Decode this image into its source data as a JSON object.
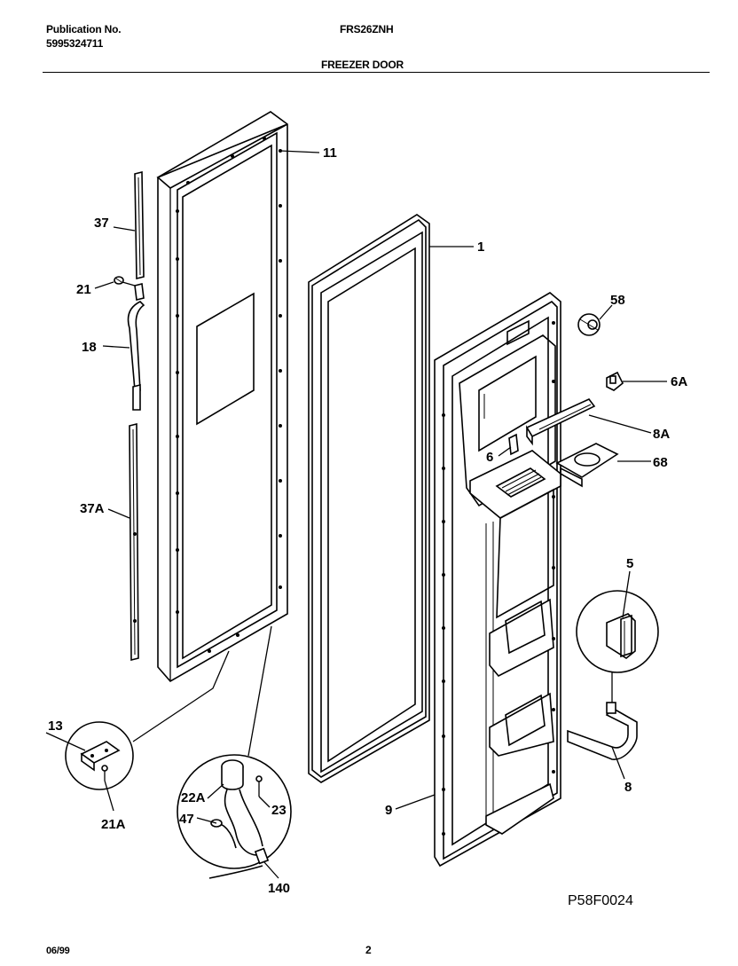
{
  "header": {
    "publication_label": "Publication No.",
    "publication_number": "5995324711",
    "model": "FRS26ZNH",
    "section_title": "FREEZER DOOR"
  },
  "footer": {
    "date": "06/99",
    "page": "2"
  },
  "figure_code": "P58F0024",
  "callouts": {
    "c11": "11",
    "c37": "37",
    "c21": "21",
    "c18": "18",
    "c37A": "37A",
    "c1": "1",
    "c58": "58",
    "c6A": "6A",
    "c8A": "8A",
    "c6": "6",
    "c68": "68",
    "c5": "5",
    "c13": "13",
    "c21A": "21A",
    "c22A": "22A",
    "c47": "47",
    "c23": "23",
    "c140": "140",
    "c9": "9",
    "c8": "8"
  }
}
